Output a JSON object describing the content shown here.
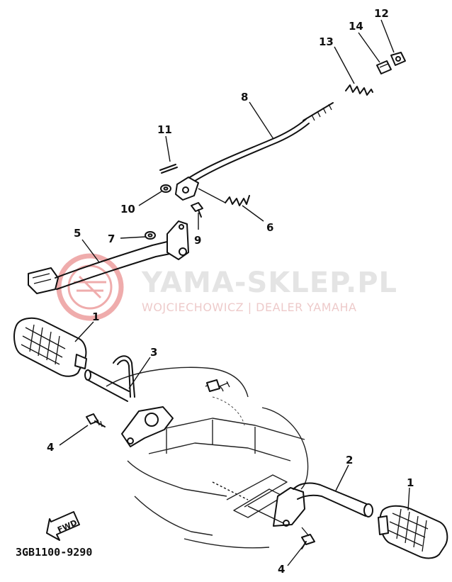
{
  "diagram": {
    "part_code": "3GB1100-9290",
    "fwd_label": "FWD",
    "watermark": {
      "title": "YAMA-SKLEP.PL",
      "subtitle": "WOJCIECHOWICZ | DEALER YAMAHA",
      "color": "#e26a6a",
      "title_color": "#d9d9d9"
    },
    "callouts": {
      "c1a": "1",
      "c1b": "1",
      "c2": "2",
      "c3": "3",
      "c4a": "4",
      "c4b": "4",
      "c5": "5",
      "c6": "6",
      "c7": "7",
      "c8": "8",
      "c9": "9",
      "c10": "10",
      "c11": "11",
      "c12": "12",
      "c13": "13",
      "c14": "14"
    }
  }
}
